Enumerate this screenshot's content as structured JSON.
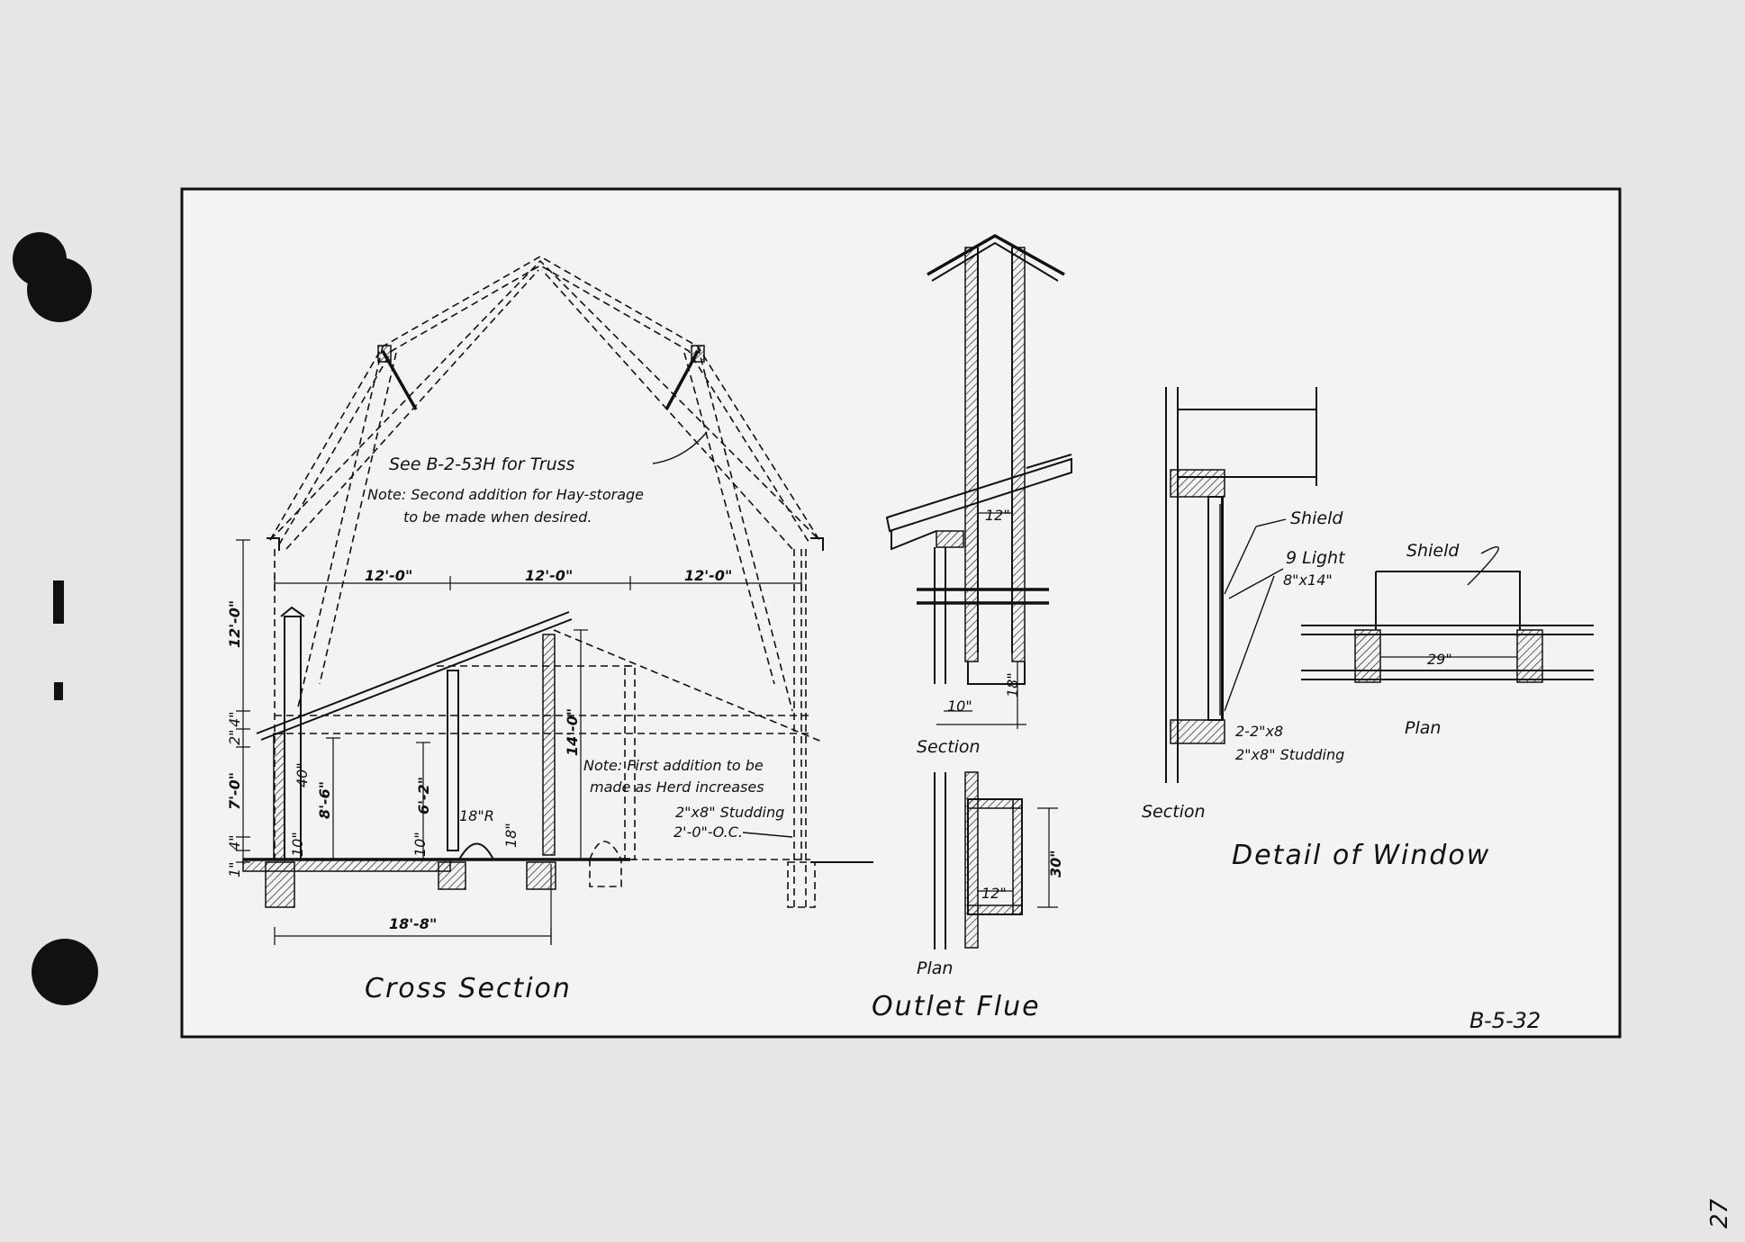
{
  "cross_section": {
    "title": "Cross Section",
    "truss_ref": "See B-2-53H for Truss",
    "note_hay": "Note: Second addition for Hay-storage",
    "note_hay_2": "to be made when desired.",
    "note_herd": "Note: First addition to be",
    "note_herd_2": "made as Herd increases",
    "studding": "2\"x8\" Studding",
    "studding_oc": "2'-0\"-O.C.",
    "dims": {
      "bay1": "12'-0\"",
      "bay2": "12'-0\"",
      "bay3": "12'-0\"",
      "upper_wall": "12'-0\"",
      "wall_7": "7'-0\"",
      "wall_14": "14'-0\"",
      "ht_8_6": "8'-6\"",
      "ht_6_2": "6'-2\"",
      "ht_40": "40\"",
      "small_10": "10\"",
      "small_10b": "10\"",
      "curb_18r": "18\"R",
      "curb_18": "18\"",
      "width": "18'-8\"",
      "small_4": "4\"",
      "small_2": "2\"",
      "small_4b": "4\"",
      "small_1": "1\""
    }
  },
  "outlet_flue": {
    "title": "Outlet Flue",
    "section_label": "Section",
    "plan_label": "Plan",
    "dims": {
      "flue_width": "12\"",
      "offset_10": "10\"",
      "height_18": "18\"",
      "plan_12": "12\"",
      "plan_30": "30\""
    }
  },
  "window_detail": {
    "title": "Detail of Window",
    "section_label": "Section",
    "plan_label": "Plan",
    "shield_label": "Shield",
    "shield_label_plan": "Shield",
    "light_label": "9 Light",
    "light_size": "8\"x14\"",
    "header_label": "2-2\"x8",
    "studding_label": "2\"x8\" Studding",
    "plan_width": "29\""
  },
  "sheet_number": "B-5-32",
  "margin_note": "27",
  "colors": {
    "paper": "#e6e6e4",
    "ink": "#111111"
  }
}
